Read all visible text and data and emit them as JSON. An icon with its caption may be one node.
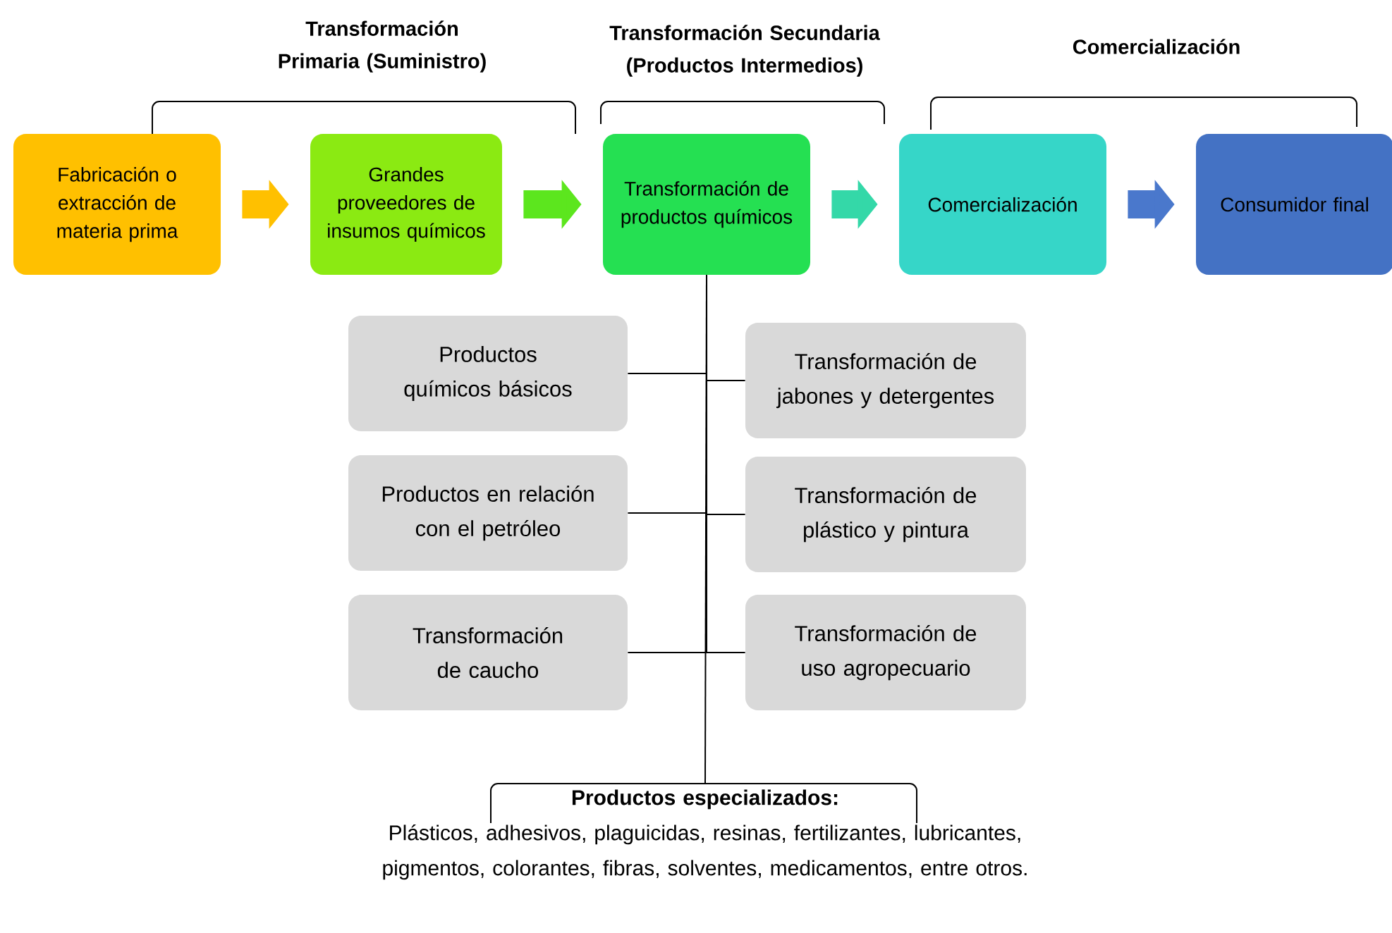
{
  "diagram": {
    "nodes": [
      {
        "text": [
          "Fabricación o extracción de materia prima"
        ]
      },
      {
        "text": [
          "Grandes proveedores de insumos químicos"
        ]
      },
      {
        "text": [
          "Transformación de productos químicos"
        ]
      },
      {
        "text": [
          "Comercialización"
        ]
      },
      {
        "text": [
          "Consumidor final"
        ]
      },
      {
        "text": [
          "Productos químicos básicos"
        ]
      },
      {
        "text": [
          "Transformación de jabones y detergentes"
        ]
      },
      {
        "text": [
          "Productos en relación con el petróleo"
        ]
      },
      {
        "text": [
          "Transformación de plástico y pintura"
        ]
      },
      {
        "text": [
          "Transformación de caucho"
        ]
      },
      {
        "text": [
          "Transformación de uso agropecuario"
        ]
      },
      {
        "text": [
          "Productos especializados:",
          "Plásticos, adhesivos, plaguicidas, resinas, fertilizantes, lubricantes, pigmentos, colorantes, fibras, solventes, medicamentos, entre otros."
        ]
      }
    ],
    "edges": [
      {
        "from": 0,
        "to": 1,
        "arrow": "to",
        "style": "thick",
        "color": "#ffc000"
      },
      {
        "from": 1,
        "to": 2,
        "arrow": "to",
        "style": "thick",
        "color": "#5ce61e"
      },
      {
        "from": 2,
        "to": 3,
        "arrow": "to",
        "style": "thick",
        "color": "#34d8a8"
      },
      {
        "from": 3,
        "to": 4,
        "arrow": "to",
        "style": "thick",
        "color": "#4a78cc"
      },
      {
        "from": 2,
        "to": 5,
        "arrow": "none"
      },
      {
        "from": 2,
        "to": 6,
        "arrow": "none"
      },
      {
        "from": 2,
        "to": 7,
        "arrow": "none"
      },
      {
        "from": 2,
        "to": 8,
        "arrow": "none"
      },
      {
        "from": 2,
        "to": 9,
        "arrow": "none"
      },
      {
        "from": 2,
        "to": 10,
        "arrow": "none"
      },
      {
        "from": 2,
        "to": 11,
        "arrow": "none"
      }
    ],
    "labels": [
      "Transformación Primaria (Suministro)",
      "Transformación Secundaria (Productos Intermedios)",
      "Comercialización"
    ]
  }
}
